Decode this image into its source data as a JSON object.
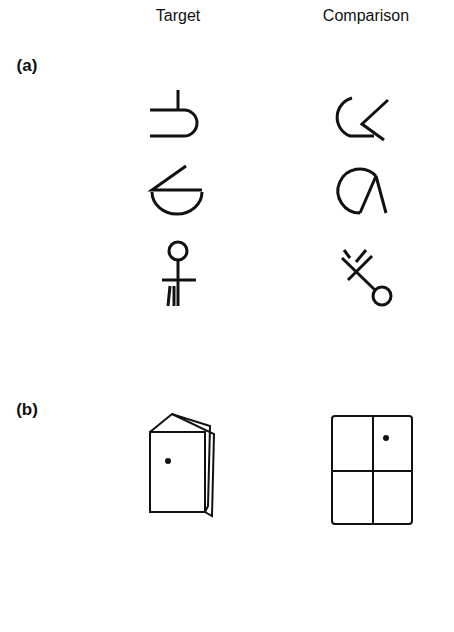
{
  "diagram": {
    "labels": [
      "Target",
      "Comparison",
      "(a)",
      "(b)"
    ]
  }
}
